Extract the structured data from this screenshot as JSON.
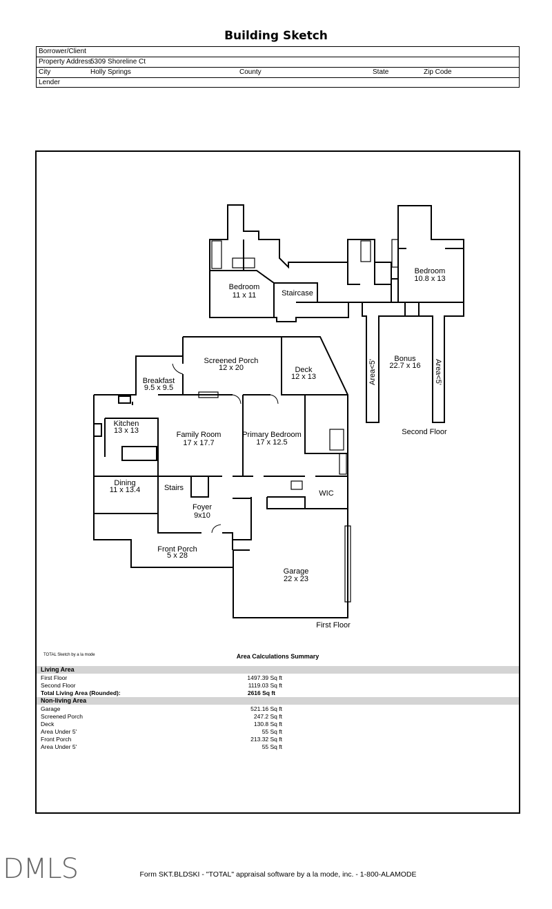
{
  "title": "Building Sketch",
  "header": {
    "borrower_label": "Borrower/Client",
    "address_label": "Property Address",
    "address_value": "5309 Shoreline Ct",
    "city_label": "City",
    "city_value": "Holly Springs",
    "county_label": "County",
    "state_label": "State",
    "zip_label": "Zip Code",
    "lender_label": "Lender"
  },
  "rooms": {
    "bedroom_left": "Bedroom",
    "bedroom_left_dim": "11 x 11",
    "staircase": "Staircase",
    "bedroom_right": "Bedroom",
    "bedroom_right_dim": "10.8 x 13",
    "bonus": "Bonus",
    "bonus_dim": "22.7 x 16",
    "area_under_5_left": "Area<5'",
    "area_under_5_right": "Area<5'",
    "second_floor": "Second Floor",
    "screened_porch": "Screened Porch",
    "screened_porch_dim": "12 x 20",
    "deck": "Deck",
    "deck_dim": "12 x 13",
    "breakfast": "Breakfast",
    "breakfast_dim": "9.5 x 9.5",
    "kitchen": "Kitchen",
    "kitchen_dim": "13 x 13",
    "family_room": "Family Room",
    "family_room_dim": "17 x 17.7",
    "primary_bedroom": "Primary Bedroom",
    "primary_bedroom_dim": "17 x 12.5",
    "dining": "Dining",
    "dining_dim": "11 x 13.4",
    "stairs": "Stairs",
    "foyer": "Foyer",
    "foyer_dim": "9x10",
    "wic": "WIC",
    "front_porch": "Front Porch",
    "front_porch_dim": "5 x 28",
    "garage": "Garage",
    "garage_dim": "22 x 23",
    "first_floor": "First Floor"
  },
  "summary": {
    "software_note": "TOTAL Sketch by a la mode",
    "heading": "Area Calculations Summary",
    "living_heading": "Living Area",
    "living_rows": [
      {
        "name": "First Floor",
        "value": "1497.39 Sq ft"
      },
      {
        "name": "Second Floor",
        "value": "1119.03 Sq ft"
      }
    ],
    "total_label": "Total Living Area (Rounded):",
    "total_value": "2616 Sq ft",
    "nonliving_heading": "Non-living Area",
    "nonliving_rows": [
      {
        "name": "Garage",
        "value": "521.16 Sq ft"
      },
      {
        "name": "Screened Porch",
        "value": "247.2 Sq ft"
      },
      {
        "name": "Deck",
        "value": "130.8 Sq ft"
      },
      {
        "name": "Area Under 5'",
        "value": "55 Sq ft"
      },
      {
        "name": "Front Porch",
        "value": "213.32 Sq ft"
      },
      {
        "name": "Area Under 5'",
        "value": "55 Sq ft"
      }
    ]
  },
  "watermark": "DMLS",
  "footer": "Form SKT.BLDSKI - \"TOTAL\" appraisal software by a la mode, inc. - 1-800-ALAMODE"
}
